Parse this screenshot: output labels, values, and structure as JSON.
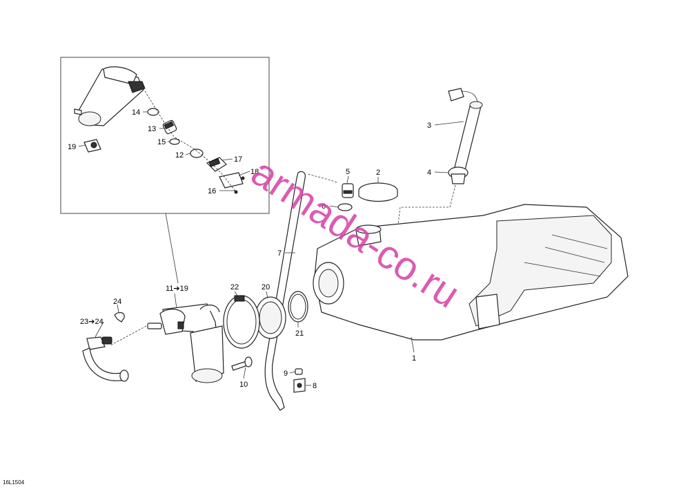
{
  "diagram": {
    "watermark": "armada-co.ru",
    "figure_code": "16L1504",
    "callouts": {
      "c1": "1",
      "c2": "2",
      "c3": "3",
      "c4": "4",
      "c5": "5",
      "c6": "6",
      "c7": "7",
      "c8": "8",
      "c9": "9",
      "c10": "10",
      "c11_19": "11➔19",
      "c12": "12",
      "c13": "13",
      "c14": "14",
      "c15": "15",
      "c16": "16",
      "c17": "17",
      "c18": "18",
      "c19": "19",
      "c20": "20",
      "c21": "21",
      "c22": "22",
      "c23_24": "23➔24",
      "c24": "24"
    }
  }
}
